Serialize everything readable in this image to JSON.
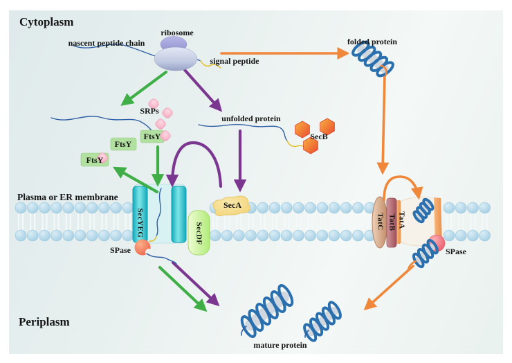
{
  "figure": {
    "type": "biology-pathway-diagram",
    "description": "Protein translocation pathways (SRP, Sec and Tat) across the plasma or ER membrane"
  },
  "regions": {
    "cytoplasm": "Cytoplasm",
    "periplasm": "Periplasm",
    "membrane": "Plasma or ER membrane"
  },
  "labels": {
    "ribosome": "ribosome",
    "nascent_peptide_chain": "nascent peptide chain",
    "signal_peptide": "signal peptide",
    "folded_protein": "folded protein",
    "unfolded_protein": "unfolded protein",
    "mature_protein": "mature protein",
    "srps": "SRPs",
    "ftsy_1": "FtsY",
    "ftsy_2": "FtsY",
    "ftsy_3": "FtsY",
    "secb": "SecB",
    "seca": "SecA",
    "secyeg": "SecYEG",
    "secdf": "SecDF",
    "spase_left": "SPase",
    "spase_right": "SPase",
    "tata": "TatA",
    "tatb": "TatB",
    "tatc": "TatC"
  },
  "colors": {
    "srp_pathway_green": "#3fae47",
    "sec_pathway_purple": "#7b3790",
    "tat_pathway_orange": "#f0883c",
    "helix_blue": "#2a6fae",
    "peptide_chain_blue": "#2f5fa5",
    "signal_peptide_yellow": "#e3c23c",
    "membrane_head_blue": "#a9d2e8",
    "secyeg_teal": "#15b0bf",
    "secdf_green": "#c2ef8d",
    "seca_yellow": "#f6dc8b",
    "spase_coral": "#ee6b52",
    "spase_pink": "#ec5a68",
    "srp_pink": "#f4a9c0",
    "ftsy_green": "#b2e0a0",
    "secb_orange_red": "#ee5033",
    "tat_tan": "#d8ab8c",
    "tat_rose": "#b56b74"
  }
}
